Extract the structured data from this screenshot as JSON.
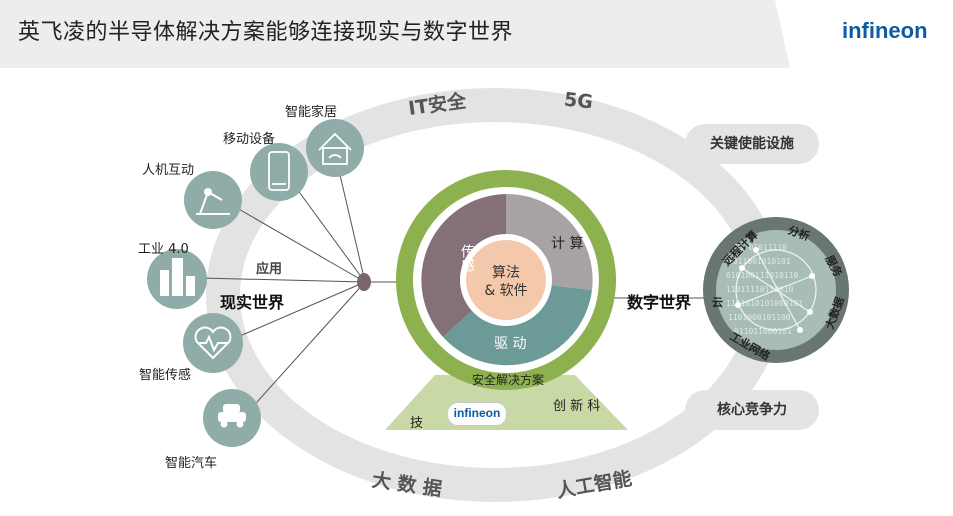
{
  "header": {
    "title": "英飞凌的半导体解决方案能够连接现实与数字世界",
    "logo": "infineon"
  },
  "ring_labels": {
    "it_security": "IT安全",
    "five_g": "5G",
    "big_data": "大 数 据",
    "ai": "人工智能"
  },
  "pills": {
    "key_infra": "关键使能设施",
    "core_comp": "核心竞争力"
  },
  "applications": {
    "smart_home": "智能家居",
    "mobile": "移动设备",
    "hmi": "人机互动",
    "industry40": "工业 4.0",
    "smart_sensor": "智能传感",
    "smart_car": "智能汽车",
    "app_label": "应用"
  },
  "worlds": {
    "real": "现实世界",
    "digital": "数字世界"
  },
  "core": {
    "sensing": "传感",
    "compute": "计 算",
    "drive": "驱 动",
    "center_line1": "算法",
    "center_line2": "& 软件",
    "secure": "安全解决方案",
    "tech_left": "技",
    "tech_right": "创 新 科",
    "base_logo": "infineon"
  },
  "digital_ring": {
    "remote": "远程计算",
    "analysis": "分析",
    "service": "服务",
    "bigdata": "大数据",
    "cloud": "云",
    "iiot": "工业网络"
  }
}
